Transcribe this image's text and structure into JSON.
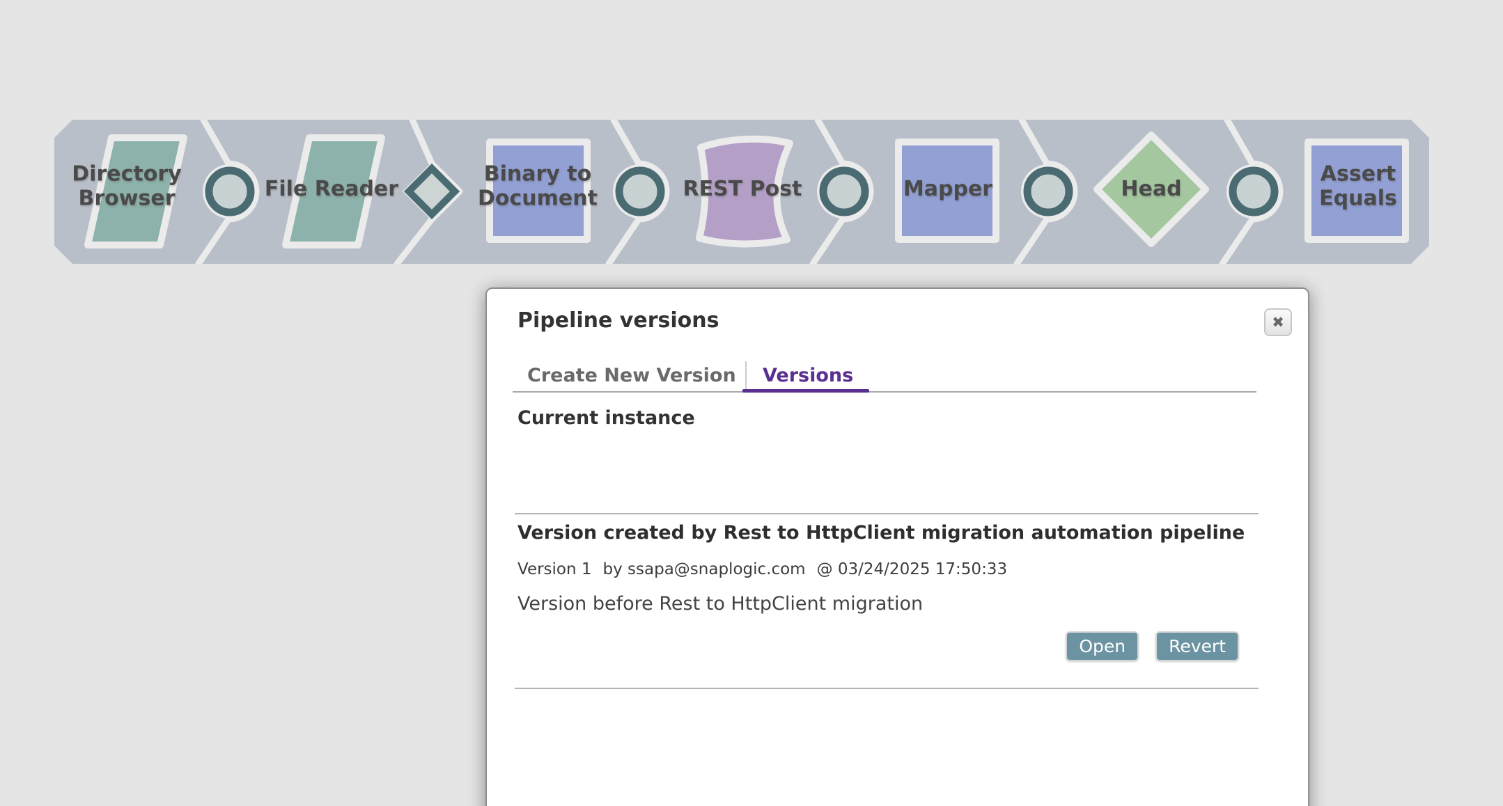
{
  "colors": {
    "canvas_bg": "#e5e5e6",
    "band_bg": "#b9bfc9",
    "snap_teal": "#8db1ab",
    "snap_blue": "#92a0d4",
    "snap_purple": "#b4a0c7",
    "snap_green": "#a4c7a0",
    "connector_ring": "#4a6b72",
    "connector_fill": "#c8d2d2",
    "accent_purple": "#5b2e91",
    "button_teal": "#6b93a1"
  },
  "pipeline": {
    "snaps": [
      {
        "label": "Directory Browser"
      },
      {
        "label": "File Reader"
      },
      {
        "label": "Binary to Document"
      },
      {
        "label": "REST Post"
      },
      {
        "label": "Mapper"
      },
      {
        "label": "Head"
      },
      {
        "label": "Assert Equals"
      }
    ]
  },
  "dialog": {
    "title": "Pipeline versions",
    "close_icon": "✖",
    "tabs": {
      "create": "Create New Version",
      "versions": "Versions"
    },
    "current_instance": "Current instance",
    "version": {
      "title": "Version created by Rest to HttpClient migration automation pipeline",
      "version_label": "Version 1",
      "author": "by ssapa@snaplogic.com",
      "timestamp": "@ 03/24/2025 17:50:33",
      "description": "Version before Rest to HttpClient migration",
      "open_button": "Open",
      "revert_button": "Revert"
    }
  }
}
